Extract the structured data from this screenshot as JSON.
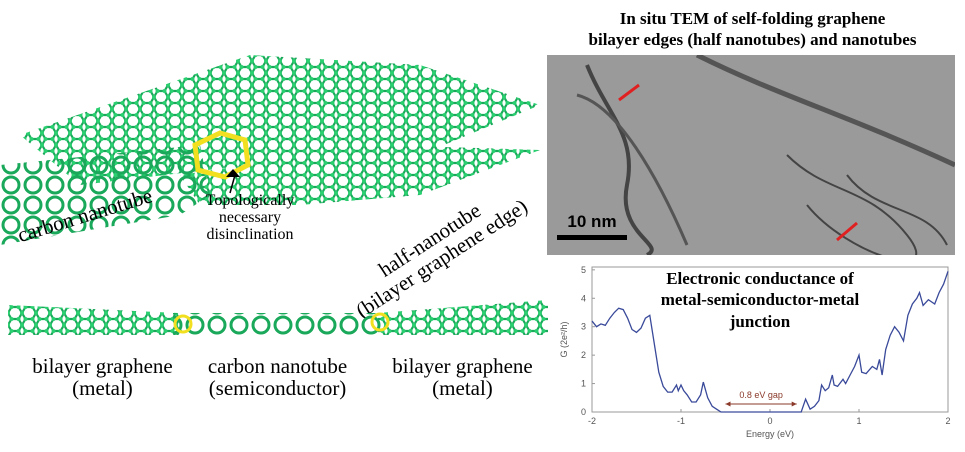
{
  "top_illustration": {
    "label_nanotube": "carbon nanotube",
    "label_disclination": [
      "Topologically",
      "necessary",
      "disinclination"
    ],
    "label_half_nanotube": [
      "half-nanotube",
      "(bilayer graphene edge)"
    ]
  },
  "junction_strip": {
    "labels": [
      {
        "name": "bilayer graphene",
        "type": "(metal)"
      },
      {
        "name": "carbon nanotube",
        "type": "(semiconductor)"
      },
      {
        "name": "bilayer graphene",
        "type": "(metal)"
      }
    ]
  },
  "tem": {
    "title": [
      "In situ TEM of self-folding graphene",
      "bilayer edges (half nanotubes) and nanotubes"
    ],
    "scale_bar": "10 nm",
    "arrow_color": "#e02020"
  },
  "colors": {
    "graphene": "#22cc66",
    "defect": "#f2e020",
    "curve": "#3a4a9a",
    "gap": "#8b3a2a"
  },
  "chart_data": {
    "type": "line",
    "title": [
      "Electronic conductance of",
      "metal-semiconductor-metal",
      "junction"
    ],
    "xlabel": "Energy (eV)",
    "ylabel": "G (2e²/h)",
    "xlim": [
      -2,
      2
    ],
    "ylim": [
      0,
      5.1
    ],
    "xticks": [
      "-2",
      "-1",
      "0",
      "1",
      "2"
    ],
    "yticks": [
      "0",
      "1",
      "2",
      "3",
      "4",
      "5"
    ],
    "annotation": "0.8 eV gap",
    "gap_range": [
      -0.5,
      0.3
    ],
    "x": [
      -2,
      -1.95,
      -1.9,
      -1.85,
      -1.8,
      -1.75,
      -1.7,
      -1.65,
      -1.6,
      -1.55,
      -1.5,
      -1.45,
      -1.4,
      -1.35,
      -1.32,
      -1.28,
      -1.25,
      -1.2,
      -1.15,
      -1.1,
      -1.05,
      -1.03,
      -1.0,
      -0.97,
      -0.93,
      -0.88,
      -0.83,
      -0.78,
      -0.75,
      -0.7,
      -0.65,
      -0.6,
      -0.55,
      -0.5,
      -0.2,
      0.2,
      0.35,
      0.4,
      0.45,
      0.5,
      0.55,
      0.58,
      0.62,
      0.66,
      0.7,
      0.72,
      0.76,
      0.82,
      0.85,
      0.9,
      0.95,
      1.0,
      1.03,
      1.08,
      1.15,
      1.2,
      1.23,
      1.26,
      1.3,
      1.35,
      1.4,
      1.45,
      1.5,
      1.55,
      1.6,
      1.65,
      1.68,
      1.72,
      1.78,
      1.85,
      1.9,
      1.95,
      2.0
    ],
    "y": [
      3.2,
      3.0,
      3.1,
      3.05,
      3.3,
      3.5,
      3.65,
      3.6,
      3.3,
      2.9,
      2.8,
      2.95,
      3.3,
      3.4,
      2.8,
      2.0,
      1.4,
      0.9,
      0.7,
      0.7,
      0.95,
      0.75,
      0.95,
      0.75,
      0.6,
      0.35,
      0.35,
      0.6,
      1.05,
      0.5,
      0.2,
      0.1,
      0.0,
      0.0,
      0.0,
      0.0,
      0.0,
      0.45,
      0.1,
      0.2,
      0.4,
      0.95,
      0.75,
      0.85,
      1.3,
      0.95,
      0.9,
      1.15,
      1.0,
      1.3,
      1.6,
      2.0,
      1.4,
      1.35,
      1.6,
      1.5,
      1.85,
      1.3,
      2.2,
      2.7,
      3.0,
      2.8,
      2.5,
      3.4,
      3.8,
      4.0,
      4.2,
      3.75,
      3.95,
      3.8,
      4.2,
      4.5,
      4.95
    ]
  }
}
